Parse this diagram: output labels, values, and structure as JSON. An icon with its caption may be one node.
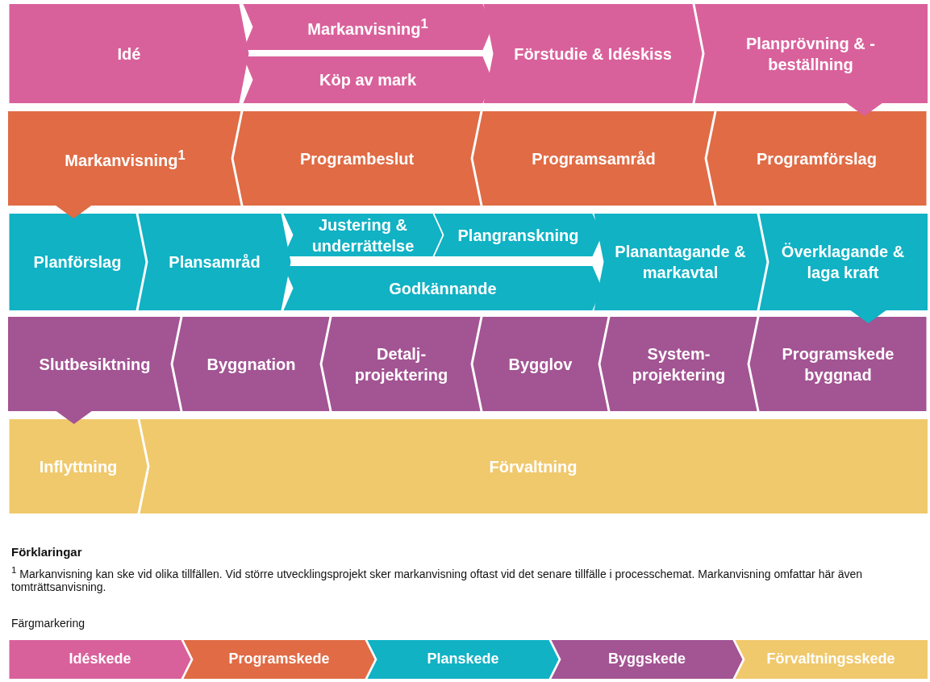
{
  "diagram": {
    "nodes": [
      {
        "text": [
          "Idé"
        ]
      },
      {
        "text": [
          "Markanvisning$^{1}$"
        ]
      },
      {
        "text": [
          "Köp av mark"
        ]
      },
      {
        "text": [
          "Förstudie & Idéskiss"
        ]
      },
      {
        "text": [
          "Planprövning & -beställning"
        ]
      },
      {
        "text": [
          "Programförslag"
        ]
      },
      {
        "text": [
          "Programsamråd"
        ]
      },
      {
        "text": [
          "Programbeslut"
        ]
      },
      {
        "text": [
          "Markanvisning$^{1}$"
        ]
      },
      {
        "text": [
          "Planförslag"
        ]
      },
      {
        "text": [
          "Plansamråd"
        ]
      },
      {
        "text": [
          "Justering & underrättelse"
        ]
      },
      {
        "text": [
          "Plangranskning"
        ]
      },
      {
        "text": [
          "Godkännande"
        ]
      },
      {
        "text": [
          "Planantagande & markavtal"
        ]
      },
      {
        "text": [
          "Överklagande & laga kraft"
        ]
      },
      {
        "text": [
          "Programskede byggnad"
        ]
      },
      {
        "text": [
          "System- projektering"
        ]
      },
      {
        "text": [
          "Bygglov"
        ]
      },
      {
        "text": [
          "Detalj- projektering"
        ]
      },
      {
        "text": [
          "Byggnation"
        ]
      },
      {
        "text": [
          "Slutbesiktning"
        ]
      },
      {
        "text": [
          "Inflyttning"
        ]
      },
      {
        "text": [
          "Förvaltning"
        ]
      }
    ],
    "labels": [
      "Förklaringar",
      "$^{1}$ Markanvisning kan ske vid olika tillfällen. Vid större utvecklingsprojekt sker markanvisning oftast vid det senare tillfälle i processchemat. Markanvisning omfattar här även tomträttsanvisning.",
      "Färgmarkering"
    ],
    "legend": [
      {
        "text": "Idéskede",
        "color": "#d9619b"
      },
      {
        "text": "Programskede",
        "color": "#e06b45"
      },
      {
        "text": "Planskede",
        "color": "#10b2c4"
      },
      {
        "text": "Byggskede",
        "color": "#a35493"
      },
      {
        "text": "Förvaltningsskede",
        "color": "#f0c96c"
      }
    ]
  }
}
